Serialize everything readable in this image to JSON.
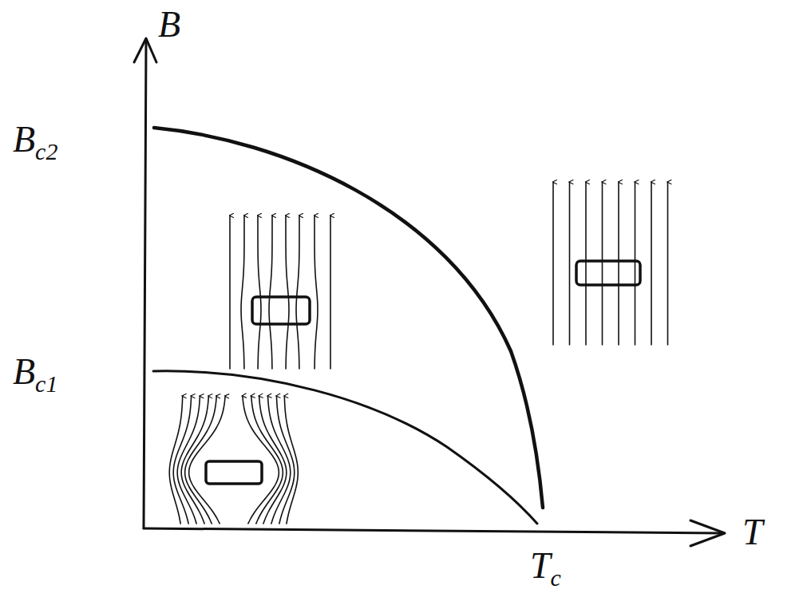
{
  "diagram": {
    "labels": [
      "B",
      "Bc2",
      "Bc1",
      "T",
      "Tc"
    ]
  }
}
